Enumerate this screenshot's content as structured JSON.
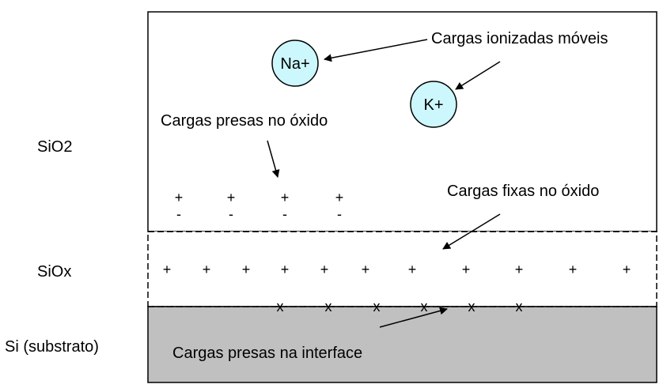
{
  "layers": {
    "sio2": "SiO2",
    "siox": "SiOx",
    "si": "Si (substrato)"
  },
  "ions": {
    "na": "Na+",
    "k": "K+"
  },
  "annotations": {
    "mobile": "Cargas ionizadas móveis",
    "trapped_oxide": "Cargas presas no óxido",
    "fixed_oxide": "Cargas fixas no óxido",
    "interface_trapped": "Cargas presas na interface"
  },
  "symbols": {
    "plus": "+",
    "minus": "-",
    "cross": "x"
  },
  "colors": {
    "ion_fill": "#ccf7fc",
    "substrate_fill": "#c0c0c0",
    "line": "#000000"
  }
}
